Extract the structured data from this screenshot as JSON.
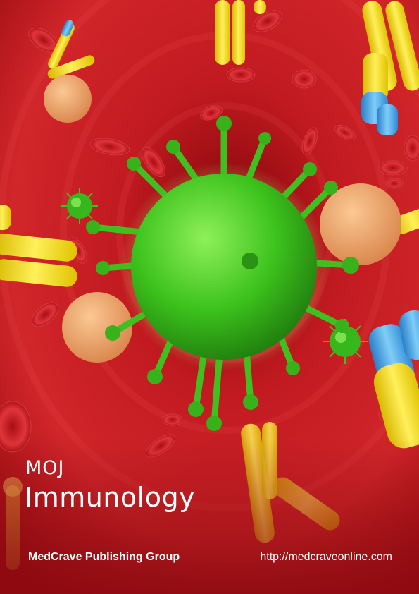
{
  "cover": {
    "journal_abbrev": "MOJ",
    "journal_title": "Immunology",
    "publisher": "MedCrave Publishing Group",
    "website": "http://medcraveonline.com"
  },
  "colors": {
    "background": "#b3141c",
    "virus_green": "#4fd32a",
    "antibody_yellow": "#f5e11c",
    "antibody_blue": "#3aa0e8",
    "cell_orange": "#f0a76a",
    "text": "#ffffff"
  }
}
